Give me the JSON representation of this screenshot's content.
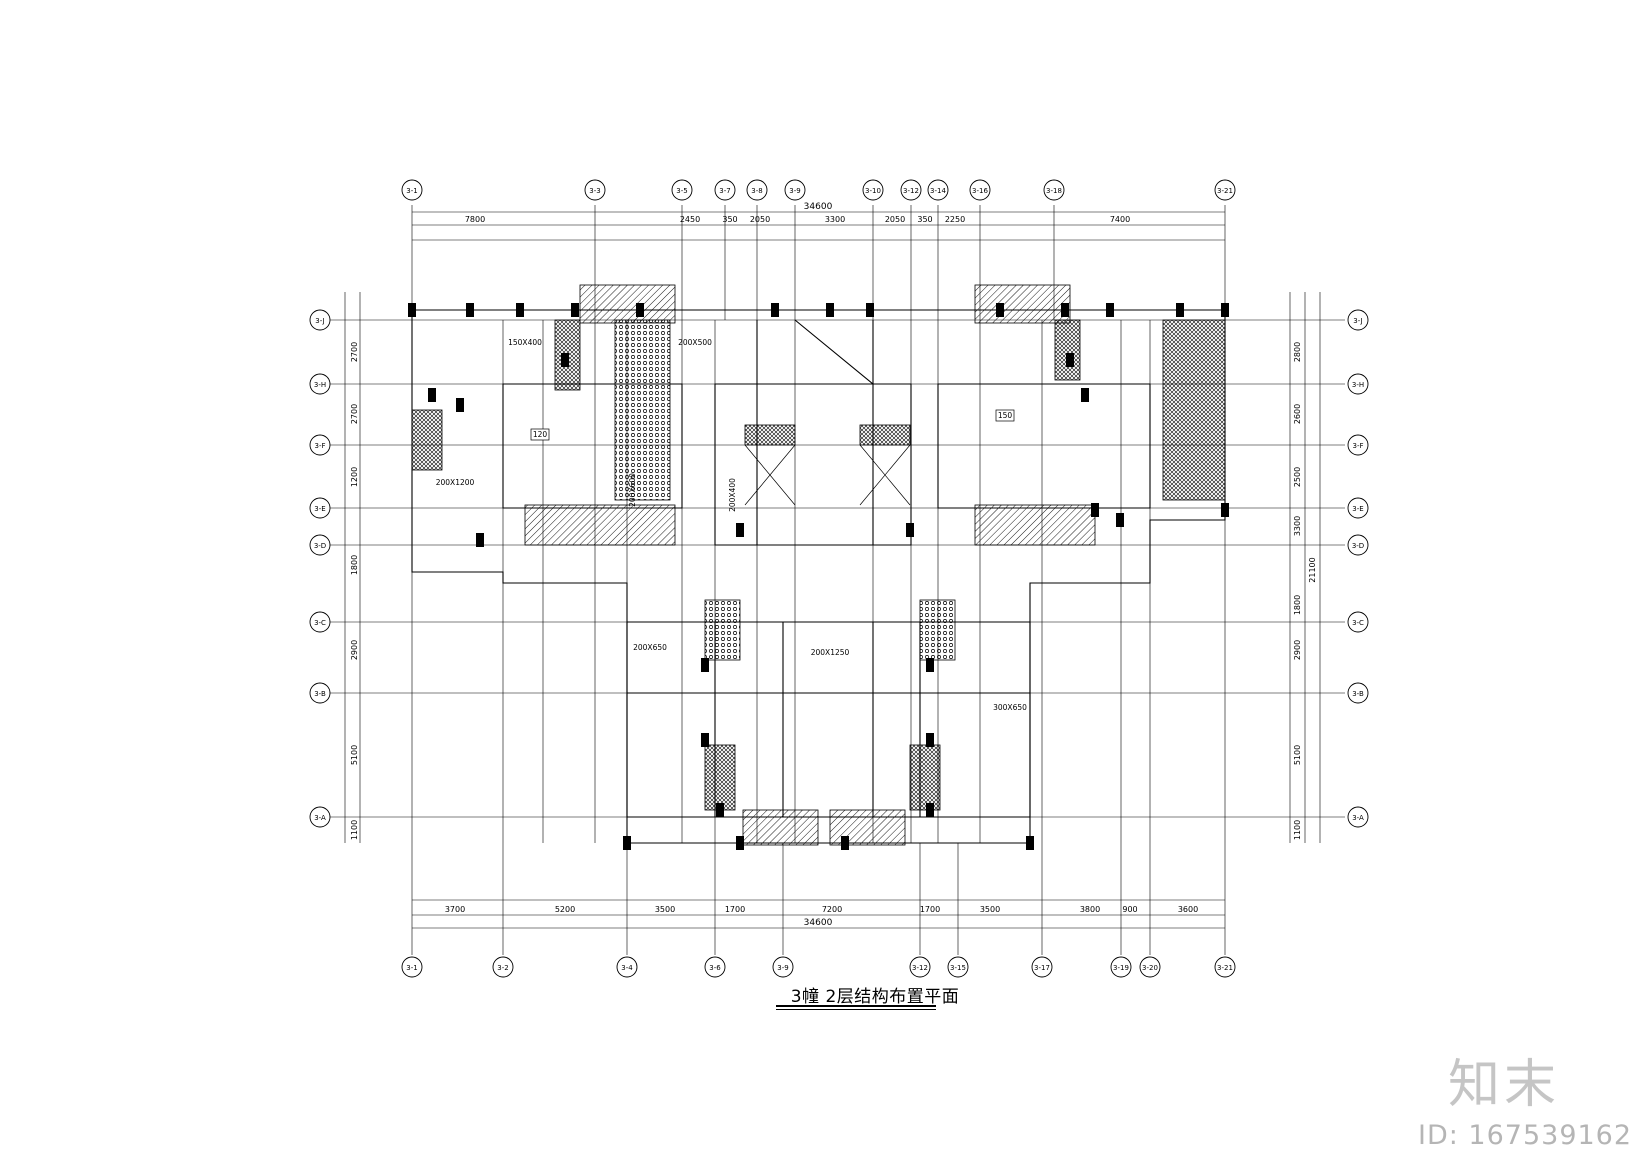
{
  "title": "3幢 2层结构布置平面",
  "watermark": {
    "brand": "知末",
    "id_text": "ID: 167539162"
  },
  "dimensions": {
    "overall": "34600",
    "top_segments": [
      "7800",
      "2450",
      "350",
      "2050",
      "3300",
      "2050",
      "350",
      "2250",
      "7400"
    ],
    "bottom_segments": [
      "3700",
      "5200",
      "3500",
      "1700",
      "7200",
      "1700",
      "3500",
      "3800",
      "900",
      "3600"
    ],
    "left_segments": [
      "2700",
      "2700",
      "1200",
      "1800",
      "2900",
      "5100",
      "1100"
    ],
    "right_segments": [
      "2800",
      "2600",
      "2500",
      "3300",
      "1800",
      "2900",
      "5100",
      "1100"
    ],
    "right_total": "21100"
  },
  "axes": {
    "top": [
      "3-1",
      "3-3",
      "3-5",
      "3-7",
      "3-8",
      "3-9",
      "3-10",
      "3-12",
      "3-14",
      "3-16",
      "3-18",
      "3-21"
    ],
    "bottom": [
      "3-1",
      "3-2",
      "3-4",
      "3-6",
      "3-9",
      "3-12",
      "3-15",
      "3-17",
      "3-19",
      "3-20",
      "3-21"
    ],
    "left": [
      "3-J",
      "3-H",
      "3-F",
      "3-E",
      "3-D",
      "3-C",
      "3-B",
      "3-A"
    ],
    "right": [
      "3-J",
      "3-H",
      "3-F",
      "3-E",
      "3-D",
      "3-C",
      "3-B",
      "3-A"
    ]
  },
  "beam_labels": [
    "200X500",
    "200X650",
    "200X1200",
    "200X1250",
    "200X400",
    "150X400",
    "300X650",
    "200X600"
  ],
  "slab_labels": [
    "120",
    "150"
  ],
  "colors": {
    "line": "#000000",
    "watermark": "#969696"
  }
}
